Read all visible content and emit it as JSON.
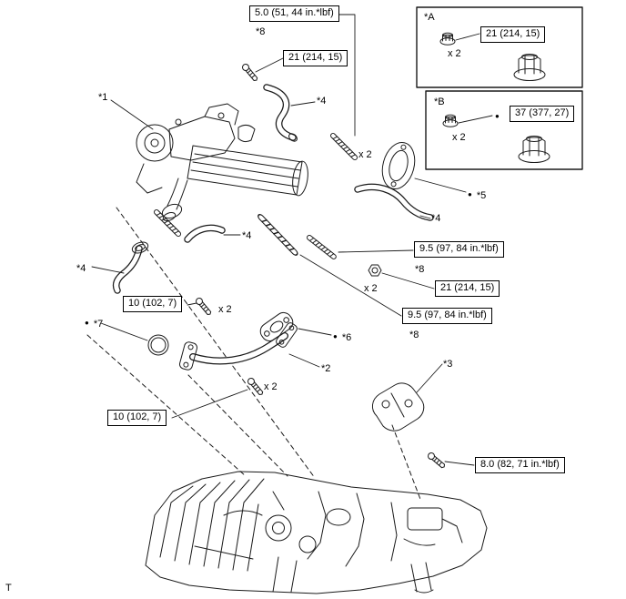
{
  "diagram": {
    "footer_mark": "T",
    "bullet": "●",
    "x2": "x 2",
    "callouts": {
      "c1": "*1",
      "c2": "*2",
      "c3": "*3",
      "c4": "*4",
      "c5": "*5",
      "c6": "*6",
      "c7": "*7",
      "c8": "*8",
      "cA": "*A",
      "cB": "*B"
    },
    "specs": {
      "nut_50_top": "5.0 (51, 44 in.*lbf)",
      "bolt_21_top": "21 (214, 15)",
      "nut_21_boxA": "21 (214, 15)",
      "nut_37_boxB": "37 (377, 27)",
      "nut_95_upper": "9.5 (97, 84 in.*lbf)",
      "nut_21_mid": "21 (214, 15)",
      "stud_95_lower": "9.5 (97, 84 in.*lbf)",
      "bolt_10_upper": "10 (102, 7)",
      "bolt_10_lower": "10 (102, 7)",
      "bolt_80": "8.0 (82, 71 in.*lbf)"
    }
  }
}
